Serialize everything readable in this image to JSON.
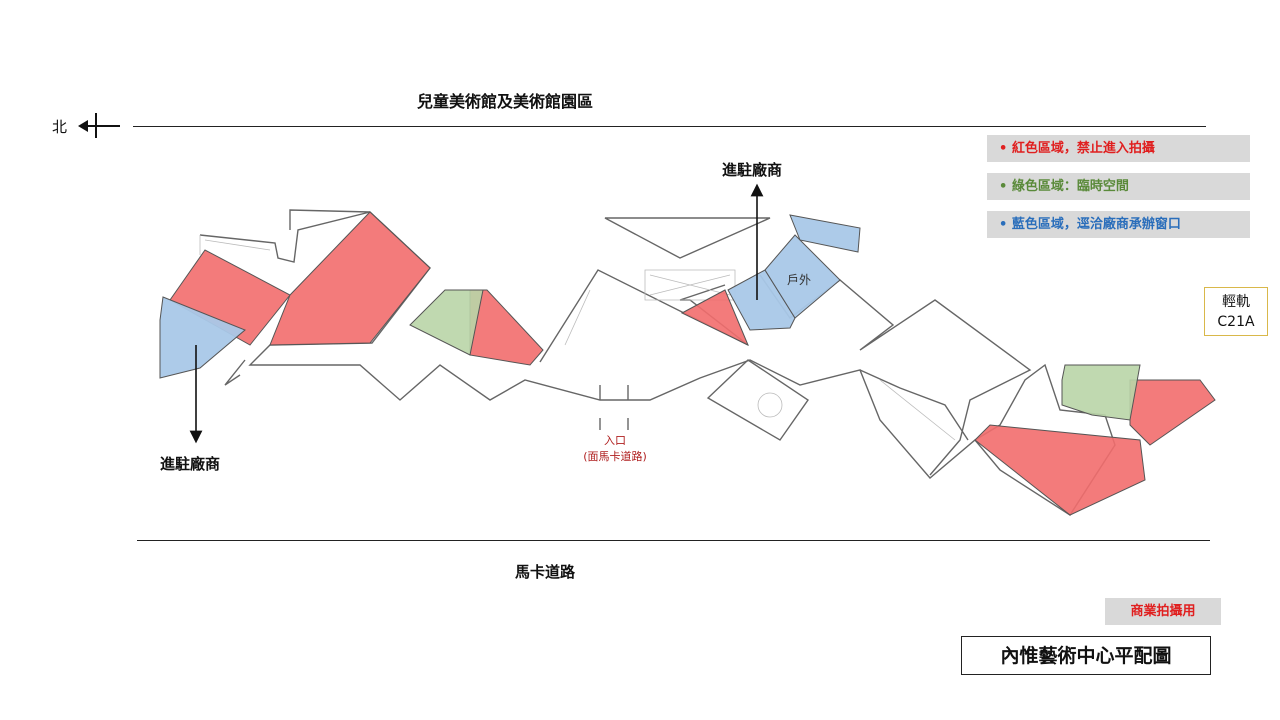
{
  "header": {
    "top_label": "兒童美術館及美術館園區",
    "north_label": "北"
  },
  "legend": {
    "items": [
      {
        "text": "• 紅色區域，禁止進入拍攝",
        "color": "#e02020"
      },
      {
        "text": "• 綠色區域：臨時空間",
        "color": "#5a8a3a"
      },
      {
        "text": "• 藍色區域，逕洽廠商承辦窗口",
        "color": "#2a6ebb"
      }
    ]
  },
  "rail": {
    "line1": "輕軌",
    "line2": "C21A"
  },
  "map": {
    "vendor_label_left": "進駐廠商",
    "vendor_label_top": "進駐廠商",
    "outdoor_label": "戶外",
    "entrance_line1": "入口",
    "entrance_line2": "(面馬卡道路)"
  },
  "footer": {
    "road_label": "馬卡道路",
    "badge": "商業拍攝用",
    "plan_title": "內惟藝術中心平配圖"
  },
  "colors": {
    "red_zone": "#f26d6d",
    "green_zone": "#b9d5a7",
    "blue_zone": "#a9c8e8",
    "outline": "#555555"
  }
}
